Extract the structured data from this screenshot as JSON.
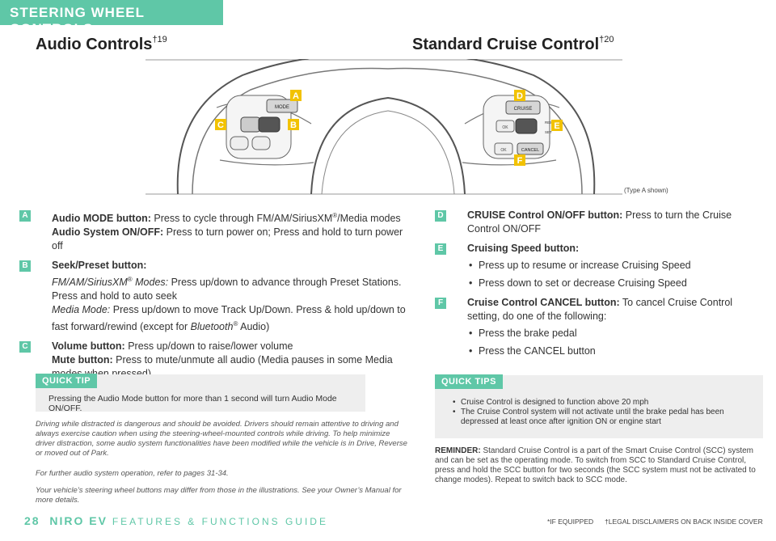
{
  "header": {
    "tab": "STEERING WHEEL CONTROLS"
  },
  "audio": {
    "title": "Audio Controls",
    "title_sup": "†19"
  },
  "cruise": {
    "title": "Standard Cruise Control",
    "title_sup": "†20"
  },
  "diagram": {
    "type_note": "(Type A shown)",
    "labels": {
      "A": "A",
      "B": "B",
      "C": "C",
      "D": "D",
      "E": "E",
      "F": "F"
    },
    "buttons": {
      "mode": "MODE",
      "cruise": "CRUISE",
      "cancel": "CANCEL",
      "ok_left": "OK",
      "ok_right": "OK",
      "res": "RES",
      "set": "SET"
    }
  },
  "items": {
    "A": {
      "badge": "A",
      "bold1": "Audio MODE button:",
      "text1": " Press to cycle through FM/AM/SiriusXM",
      "reg": "®",
      "text1b": "/Media modes",
      "bold2": "Audio System ON/OFF:",
      "text2": " Press to turn power on; Press and hold to turn power off"
    },
    "B": {
      "badge": "B",
      "bold1": "Seek/Preset button:",
      "it1": "FM/AM/SiriusXM",
      "reg": "®",
      "it1b": " Modes:",
      "text1": " Press up/down to advance through Preset Stations. Press and hold to auto seek",
      "it2": "Media Mode:",
      "text2": " Press up/down to move Track Up/Down. Press & hold up/down to fast forward/rewind (except for ",
      "it3": "Bluetooth",
      "reg2": "®",
      "text3": " Audio)"
    },
    "C": {
      "badge": "C",
      "bold1": "Volume button:",
      "text1": " Press up/down to raise/lower volume",
      "bold2": "Mute button:",
      "text2": " Press to mute/unmute all audio (Media pauses in some Media modes when pressed)"
    },
    "D": {
      "badge": "D",
      "bold1": "CRUISE Control ON/OFF button:",
      "text1": " Press to turn the Cruise Control ON/OFF"
    },
    "E": {
      "badge": "E",
      "bold1": "Cruising Speed button:",
      "bullets": [
        "Press up to resume or increase Cruising Speed",
        "Press down to set or decrease Cruising Speed"
      ]
    },
    "F": {
      "badge": "F",
      "bold1": "Cruise Control CANCEL button:",
      "text1": " To cancel Cruise Control setting, do one of the following:",
      "bullets": [
        "Press the brake pedal",
        "Press the CANCEL button"
      ]
    }
  },
  "quick_tip": {
    "label": "QUICK TIP",
    "text": "Pressing the Audio Mode button for more than 1 second will turn Audio Mode ON/OFF."
  },
  "quick_tips": {
    "label": "QUICK TIPS",
    "items": [
      "Cruise Control is designed to function above 20 mph",
      "The Cruise Control system will not activate until the brake pedal has been depressed at least once after ignition ON or engine start"
    ]
  },
  "reminder": {
    "bold": "REMINDER:",
    "text": " Standard Cruise Control is a part of the Smart Cruise Control (SCC) system and can be set as the operating mode. To switch from SCC to Standard Cruise Control, press and hold the SCC button for two seconds (the SCC system must not be activated to change modes). Repeat to switch back to SCC mode."
  },
  "disclaimers": [
    "Driving while distracted is dangerous and should be avoided. Drivers should remain attentive to driving and always exercise caution when using the steering-wheel-mounted controls while driving. To help minimize driver distraction, some audio system functionalities have been modified while the vehicle is in Drive, Reverse or moved out of Park.",
    "For further audio system operation, refer to pages 31-34.",
    "Your vehicle’s steering wheel buttons may differ from those in the illustrations. See your Owner’s Manual for more details."
  ],
  "footer": {
    "page": "28",
    "guide": "NIRO EV",
    "guide_rest": "FEATURES & FUNCTIONS GUIDE",
    "if_equipped": "*IF EQUIPPED",
    "legal": "†LEGAL DISCLAIMERS ON BACK INSIDE COVER"
  },
  "colors": {
    "accent": "#5fc7a7",
    "label_yellow": "#f2c200"
  }
}
